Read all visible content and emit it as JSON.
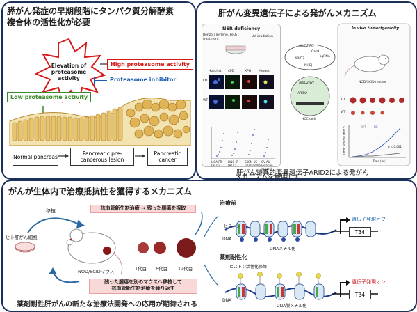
{
  "panel1": {
    "title_line1": "膵がん発症の早期段階にタンパク質分解酵素",
    "title_line2": "複合体の活性化が必要",
    "burst": "Elevation of proteasome activity",
    "high_activity": "High proteasome activity",
    "inhibitor": "Proteasome inhibitor",
    "low_activity": "Low proteasome activity",
    "stages": [
      "Normal pancreas",
      "Pancreatic pre-cancerous lesion",
      "Pancreatic cancer"
    ]
  },
  "panel2": {
    "title": "肝がん変異遺伝子による発がんメカニズム",
    "ner_title": "NER deficiency",
    "ner_sub1": "Benzo[a]pyrene, FeO₂ treatment",
    "ner_sub2": "UV irradiation",
    "cell_labels": [
      "Hoechst",
      "CPD",
      "XPG",
      "Merged"
    ],
    "row_labels": [
      "KO",
      "WT"
    ],
    "graph_cats": [
      "LICA-FR (HCC)",
      "LINC-JP (HCC)",
      "SKCM-US (melanoma)",
      "OV-AU (ovarian cancer)"
    ],
    "center_top": [
      "ARID2 KO",
      "Cas9",
      "sgRNA",
      "ARID2",
      "NHEJ"
    ],
    "center_mid": "ARID2 WT",
    "center_cells": "HCC cells",
    "vivo_title": "In vivo tumorigenicity",
    "mouse_label": "NOD/SCID mouse",
    "tumor_rows": [
      "KO",
      "WT"
    ],
    "vivo_legend": [
      "WT",
      "KO"
    ],
    "vivo_y": "Tumor volume (mm³)",
    "vivo_x": "Time (wk)",
    "pval": "p < 0.001",
    "caption1": "肝がん特異的変異遺伝子ARID2による発がん",
    "caption2": "メカニズムを解明した"
  },
  "panel3": {
    "title": "がんが生体内で治療抵抗性を獲得するメカニズム",
    "transplant": "移植",
    "liver_cells": "ヒト肝がん細胞",
    "top_box": "抗血管新生剤治療 → 残った腫瘍を採取",
    "mouse": "NOD/SCIDマウス",
    "gen_labels": [
      "1代目",
      "6代目",
      "12代目"
    ],
    "dots": "…",
    "bottom_box_line1": "残った腫瘍を別のマウスへ移植して",
    "bottom_box_line2": "抗血管新生剤治療を繰り返す",
    "footer": "薬剤耐性肝がんの新たな治療法開発への応用が期待される",
    "before": "治療前",
    "histone": "ヒストン",
    "dna": "DNA",
    "methylation": "DNAメチル化",
    "off": "遺伝子発現オフ",
    "gene": "Tβ4",
    "resistant": "薬剤耐性化",
    "histone_mod": "ヒストン活性化修飾",
    "demethyl": "DNA脱メチル化",
    "on": "遺伝子発現オン"
  }
}
